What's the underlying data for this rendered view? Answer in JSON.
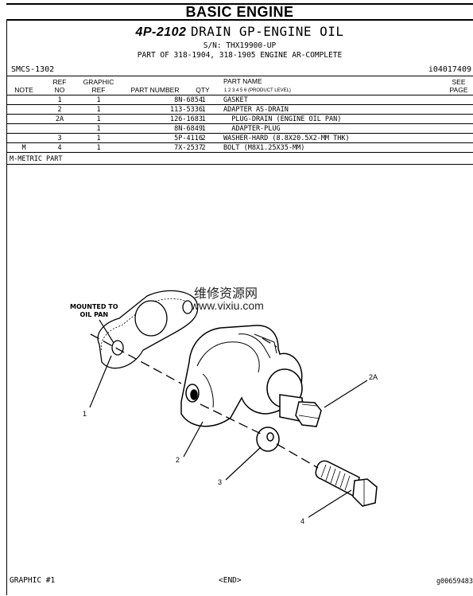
{
  "header": {
    "section_title": "BASIC ENGINE",
    "part_number": "4P-2102",
    "part_description": "DRAIN GP-ENGINE OIL",
    "serial": "S/N: THX19900-UP",
    "part_of": "PART OF 318-1904, 318-1905 ENGINE AR-COMPLETE",
    "smcs": "SMCS-1302",
    "doc_id": "i04017409"
  },
  "columns": {
    "note": "NOTE",
    "ref_no_1": "REF",
    "ref_no_2": "NO",
    "graphic_ref_1": "GRAPHIC",
    "graphic_ref_2": "REF",
    "part_number": "PART NUMBER",
    "qty": "QTY",
    "part_name": "PART NAME",
    "product_level": "1  2  3  4  5  6  (PRODUCT LEVEL)",
    "see_page_1": "SEE",
    "see_page_2": "PAGE"
  },
  "rows": [
    {
      "note": "",
      "ref": "1",
      "gref": "1",
      "pn": "8N-6854",
      "qty": "1",
      "name": "GASKET"
    },
    {
      "note": "",
      "ref": "2",
      "gref": "1",
      "pn": "113-5336",
      "qty": "1",
      "name": "ADAPTER AS-DRAIN"
    },
    {
      "note": "",
      "ref": "2A",
      "gref": "1",
      "pn": "126-1683",
      "qty": "1",
      "name": "  PLUG-DRAIN (ENGINE OIL PAN)"
    },
    {
      "note": "",
      "ref": "",
      "gref": "1",
      "pn": "8N-6849",
      "qty": "1",
      "name": "  ADAPTER-PLUG"
    },
    {
      "note": "",
      "ref": "3",
      "gref": "1",
      "pn": "5P-4116",
      "qty": "2",
      "name": "WASHER-HARD (8.8X20.5X2-MM THK)"
    },
    {
      "note": "M",
      "ref": "4",
      "gref": "1",
      "pn": "7X-2537",
      "qty": "2",
      "name": "BOLT (M8X1.25X35-MM)"
    }
  ],
  "notes": {
    "metric": "M-METRIC PART"
  },
  "illustration": {
    "mounted_line1": "MOUNTED TO",
    "mounted_line2": "OIL PAN",
    "callout_1": "1",
    "callout_2": "2",
    "callout_2a": "2A",
    "callout_3": "3",
    "callout_4": "4",
    "watermark_cn": "维修资源网",
    "watermark_url": "www.vixiu.com"
  },
  "footer": {
    "graphic": "GRAPHIC #1",
    "end": "<END>",
    "graphic_id": "g00659483"
  }
}
